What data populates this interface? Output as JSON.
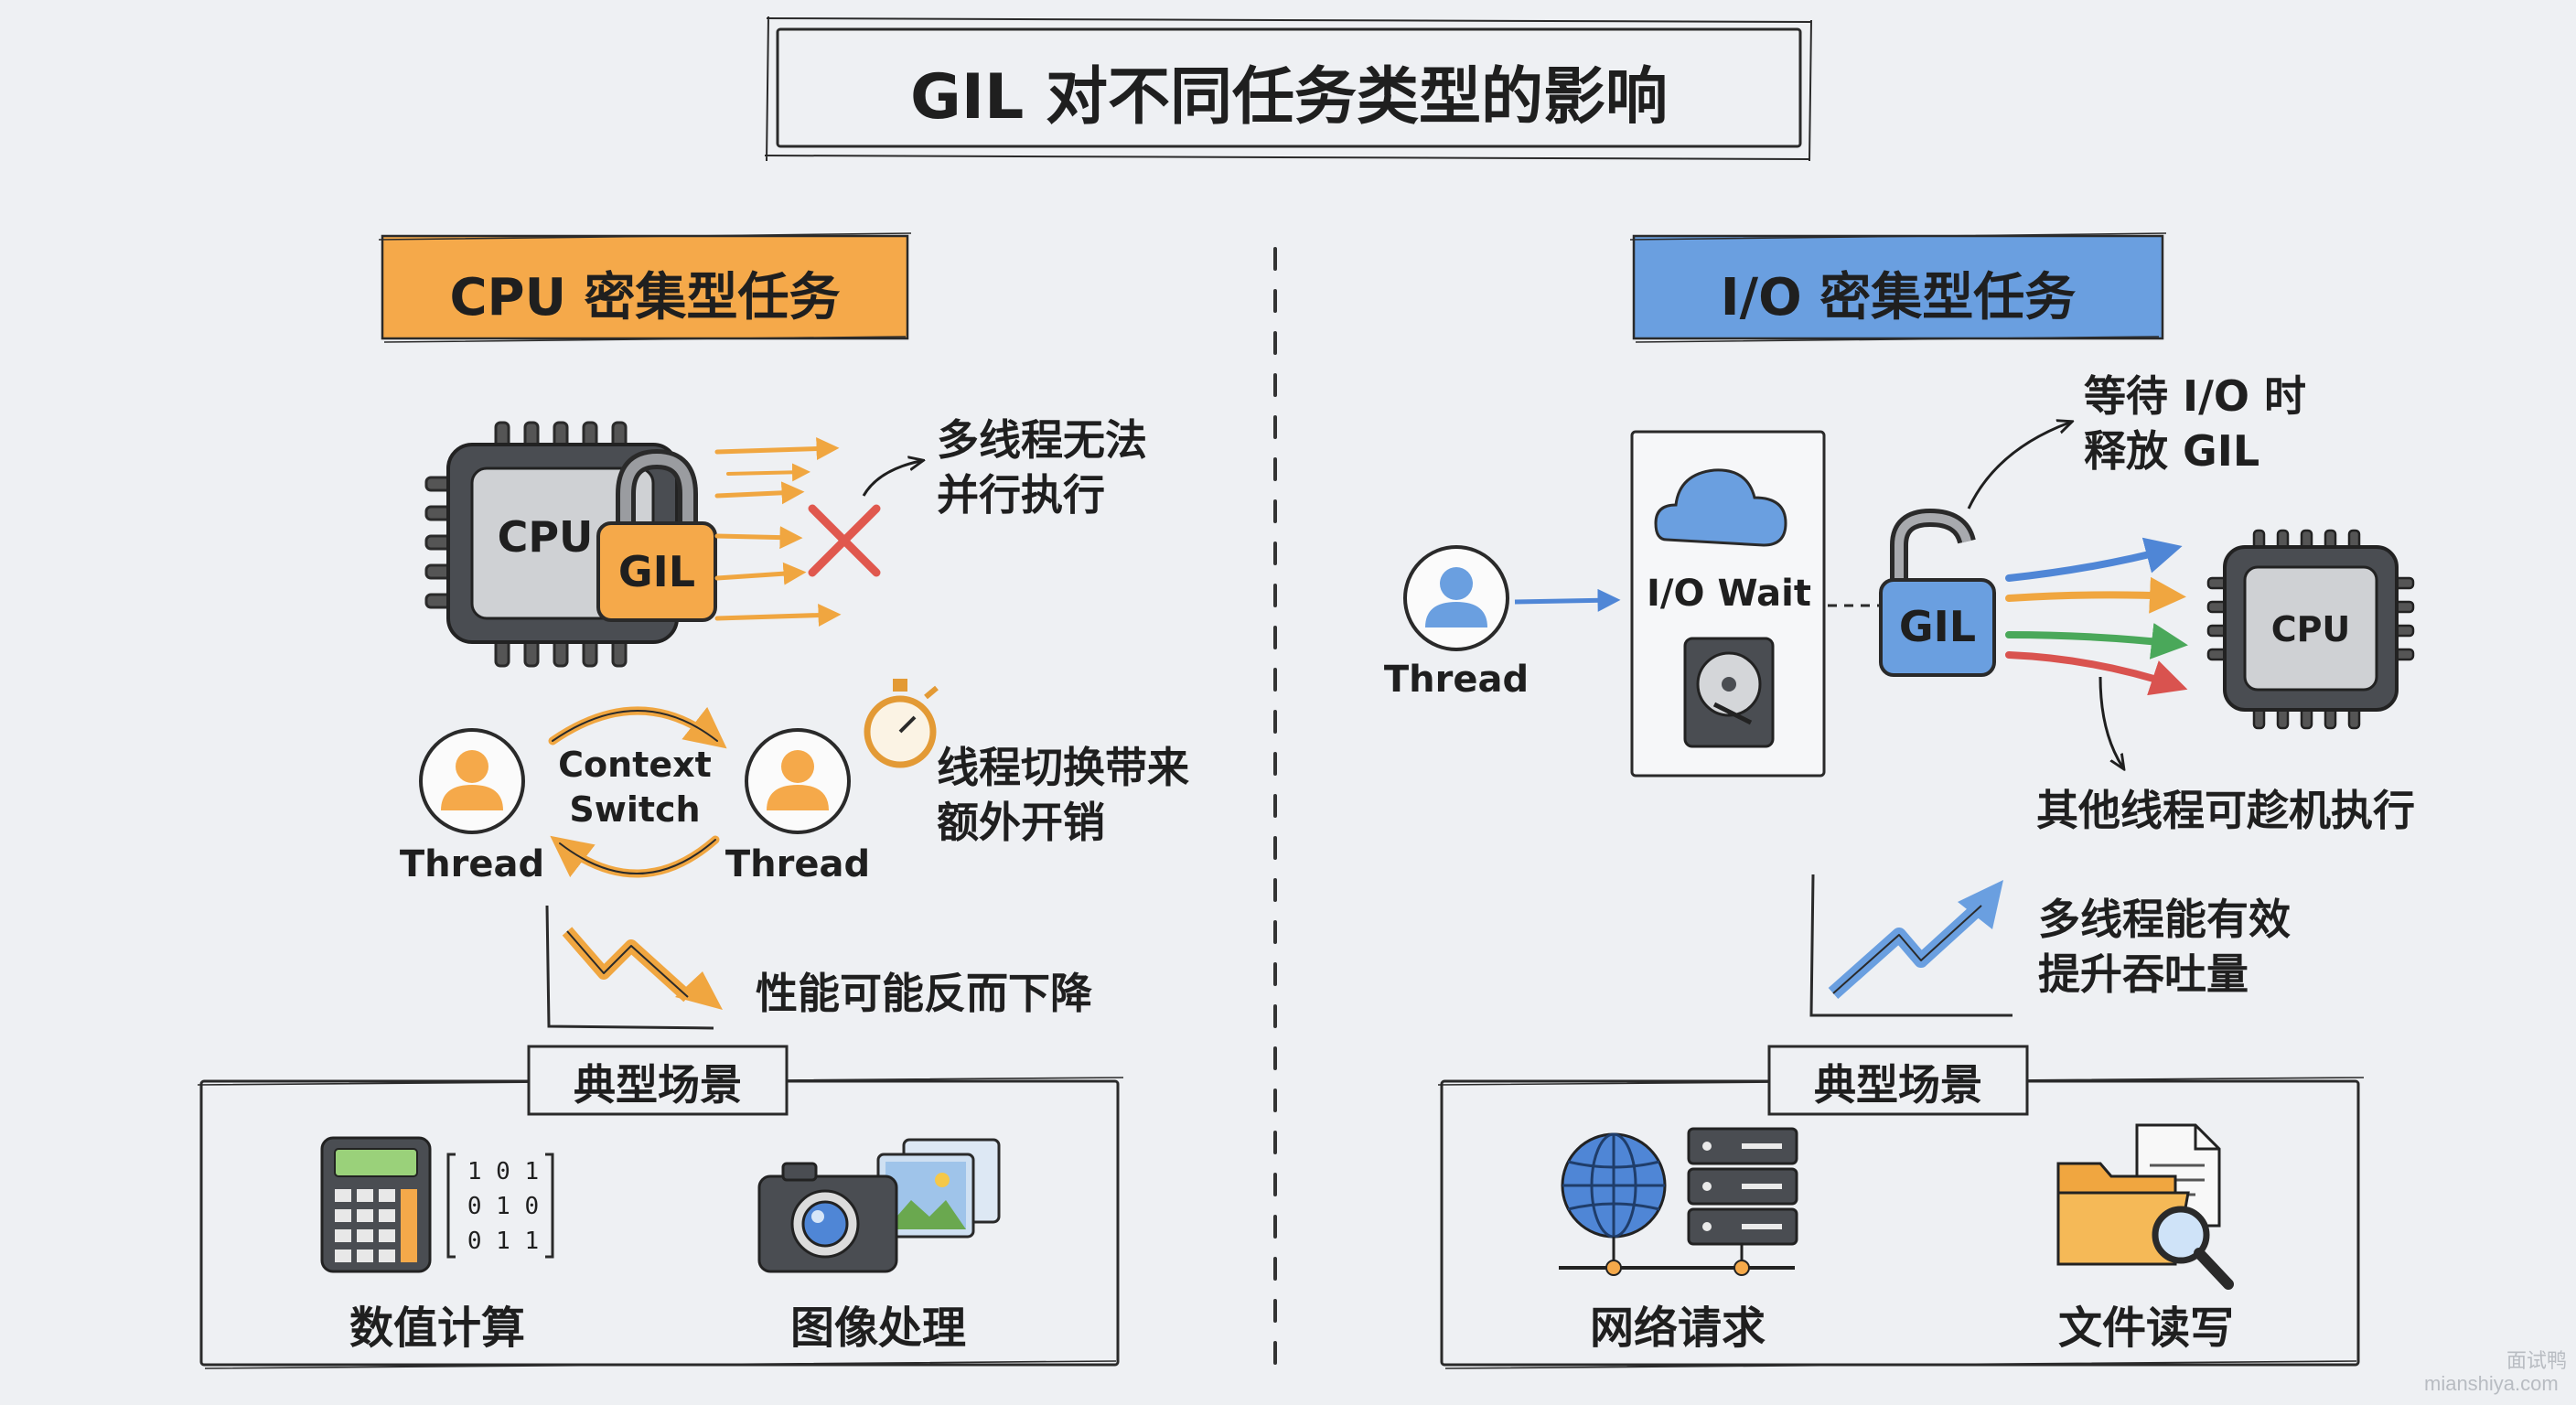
{
  "title": "GIL 对不同任务类型的影响",
  "left": {
    "header": "CPU 密集型任务",
    "cpu_label": "CPU",
    "gil_label": "GIL",
    "no_parallel": "多线程无法\n并行执行",
    "context_switch": "Context\nSwitch",
    "thread_a": "Thread",
    "thread_b": "Thread",
    "overhead": "线程切换带来\n额外开销",
    "perf_down": "性能可能反而下降",
    "scenario_title": "典型场景",
    "scenario_1": "数值计算",
    "scenario_2": "图像处理",
    "binary_rows": [
      "1 0 1",
      "0 1 0",
      "0 1 1"
    ]
  },
  "right": {
    "header": "I/O 密集型任务",
    "thread": "Thread",
    "io_wait": "I/O Wait",
    "gil_label": "GIL",
    "cpu_label": "CPU",
    "release_gil": "等待 I/O 时\n释放 GIL",
    "others_run": "其他线程可趁机执行",
    "throughput": "多线程能有效\n提升吞吐量",
    "scenario_title": "典型场景",
    "scenario_1": "网络请求",
    "scenario_2": "文件读写"
  },
  "watermark": {
    "line1": "面试鸭",
    "line2": "mianshiya.com"
  },
  "colors": {
    "background": "#eef0f3",
    "cpu_accent": "#f5a94a",
    "io_accent": "#6a9fe0",
    "arrow_orange": "#f0a640",
    "arrow_blue": "#4f86d6",
    "arrow_green": "#4aa85a",
    "arrow_red": "#d9534f",
    "cross_red": "#e0584e",
    "ink": "#1f1f1f"
  },
  "icons": [
    "cpu-chip-icon",
    "padlock-locked-icon",
    "cross-icon",
    "stopwatch-icon",
    "person-icon",
    "declining-chart-icon",
    "cloud-icon",
    "hard-disk-icon",
    "padlock-unlocked-icon",
    "rising-chart-icon",
    "calculator-icon",
    "binary-matrix-icon",
    "camera-icon",
    "pictures-icon",
    "globe-icon",
    "server-rack-icon",
    "folder-icon",
    "document-icon",
    "magnifier-icon"
  ]
}
